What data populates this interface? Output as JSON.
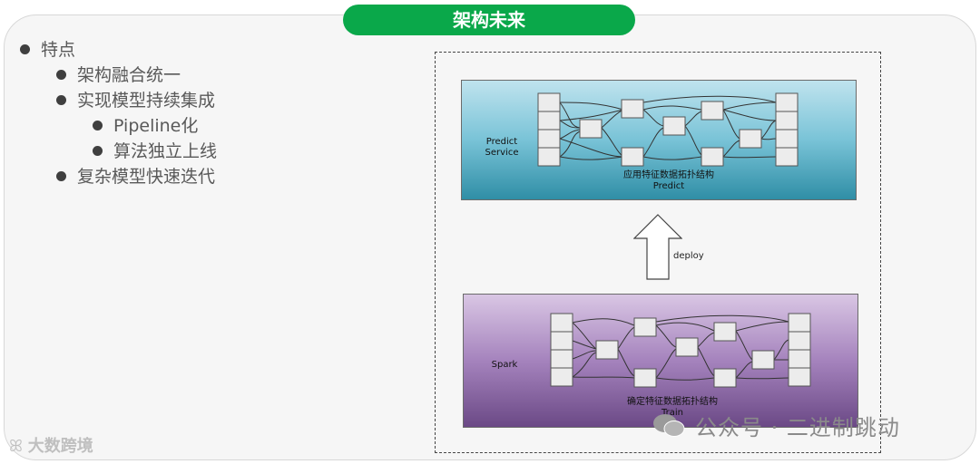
{
  "title": "架构未来",
  "bullets": {
    "l1_0": "特点",
    "l2_0": "架构融合统一",
    "l2_1": "实现模型持续集成",
    "l3_0": "Pipeline化",
    "l3_1": "算法独立上线",
    "l2_2": "复杂模型快速迭代"
  },
  "diagram": {
    "predict_service_line1": "Predict",
    "predict_service_line2": "Service",
    "predict_caption_line1": "应用特征数据拓扑结构",
    "predict_caption_line2": "Predict",
    "deploy": "deploy",
    "spark": "Spark",
    "train_caption_line1": "确定特征数据拓扑结构",
    "train_caption_line2": "Train"
  },
  "watermark": {
    "right": "公众号 · 二进制跳动",
    "left": "大数跨境"
  },
  "colors": {
    "accent": "#0aa84a",
    "predict_panel": "#4fa9c2",
    "train_panel": "#8e6aaa"
  }
}
